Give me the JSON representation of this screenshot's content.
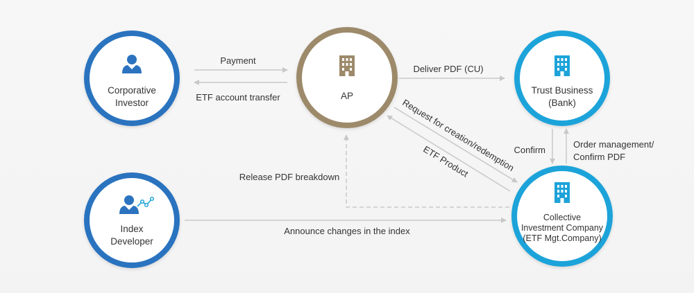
{
  "colors": {
    "blue_ring": "#2c73bf",
    "cyan_ring": "#1da3d9",
    "brown_ring": "#9d8a6b",
    "arrow": "#c8c8c8",
    "text": "#333333",
    "node_fill": "#ffffff"
  },
  "nodes": {
    "corporative_investor": {
      "line1": "Corporative",
      "line2": "Investor",
      "icon": "person-icon"
    },
    "ap": {
      "line1": "AP",
      "icon": "building-icon"
    },
    "trust_business": {
      "line1": "Trust Business",
      "line2": "(Bank)",
      "icon": "building-icon"
    },
    "index_developer": {
      "line1": "Index",
      "line2": "Developer",
      "icon": "person-chart-icon"
    },
    "collective_investment": {
      "line1": "Collective",
      "line2": "Investment Company",
      "line3": "(ETF Mgt.Company)",
      "icon": "building-icon"
    }
  },
  "edges": {
    "payment": "Payment",
    "etf_account_transfer": "ETF account transfer",
    "deliver_pdf": "Deliver PDF (CU)",
    "request_creation": "Request for creation/redemption",
    "etf_product": "ETF Product",
    "confirm": "Confirm",
    "order_management_1": "Order management/",
    "order_management_2": "Confirm PDF",
    "release_pdf": "Release PDF breakdown",
    "announce_changes": "Announce changes in the index"
  }
}
